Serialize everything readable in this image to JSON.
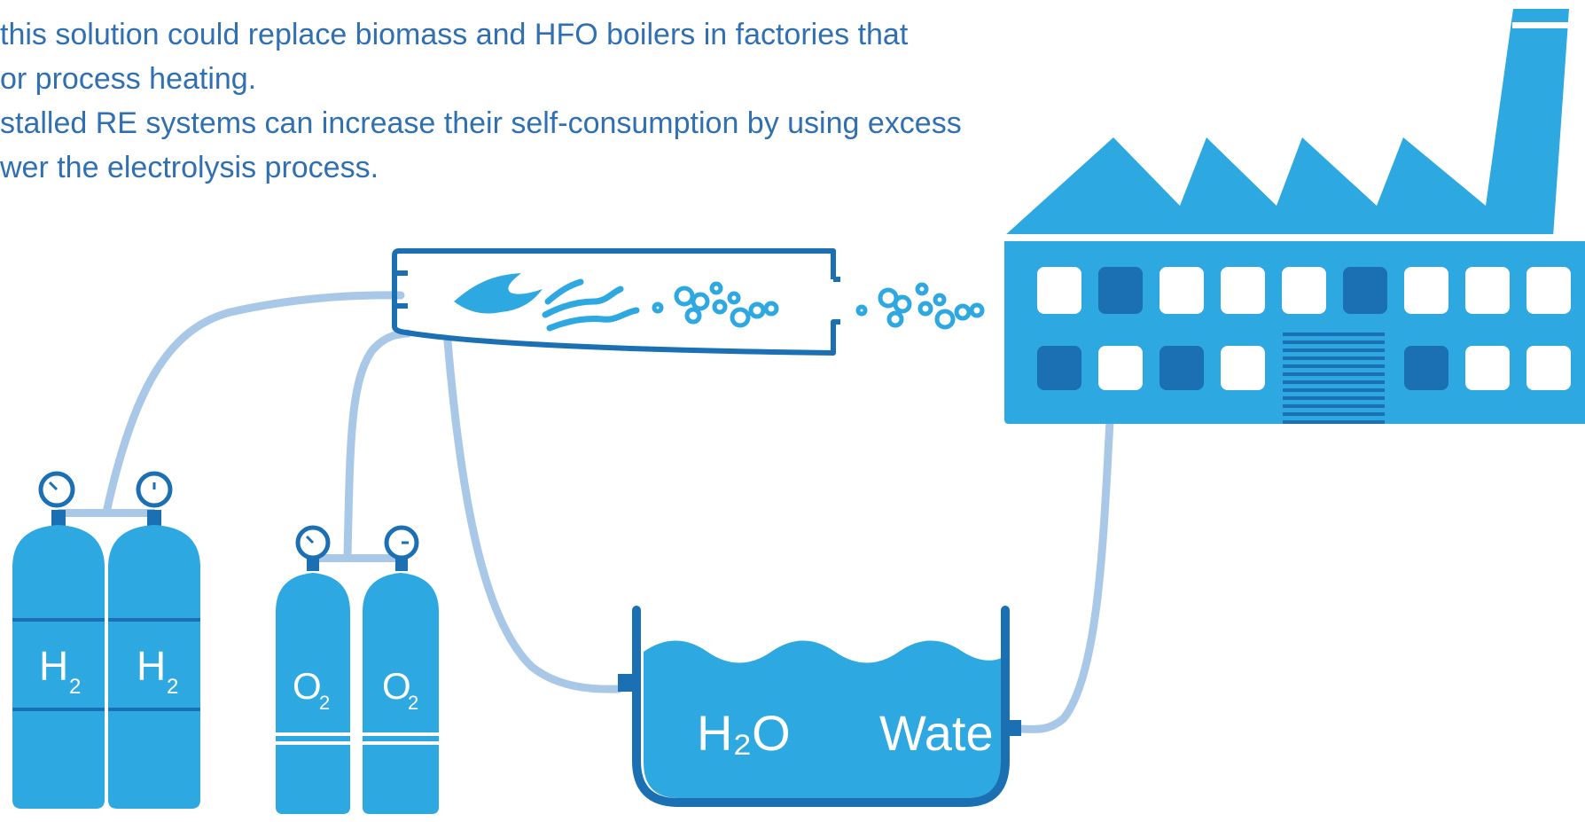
{
  "caption": {
    "lines": [
      "this solution could replace biomass and HFO boilers in factories that",
      "or process heating.",
      "stalled RE systems can increase their self-consumption by using excess",
      "wer the electrolysis process."
    ]
  },
  "cylinders": {
    "hydrogen_label": "H",
    "hydrogen_sub": "2",
    "oxygen_label": "O",
    "oxygen_sub": "2"
  },
  "tank": {
    "formula": "H₂O",
    "label": "Wate"
  },
  "colors": {
    "primary": "#2ea8e0",
    "dark": "#1b6fb3",
    "pipe": "#a9c8e8",
    "text": "#2f6fb2"
  },
  "icons": [
    "factory-icon",
    "burner-icon",
    "flame-icon",
    "gauge-icon",
    "water-tank-icon"
  ]
}
